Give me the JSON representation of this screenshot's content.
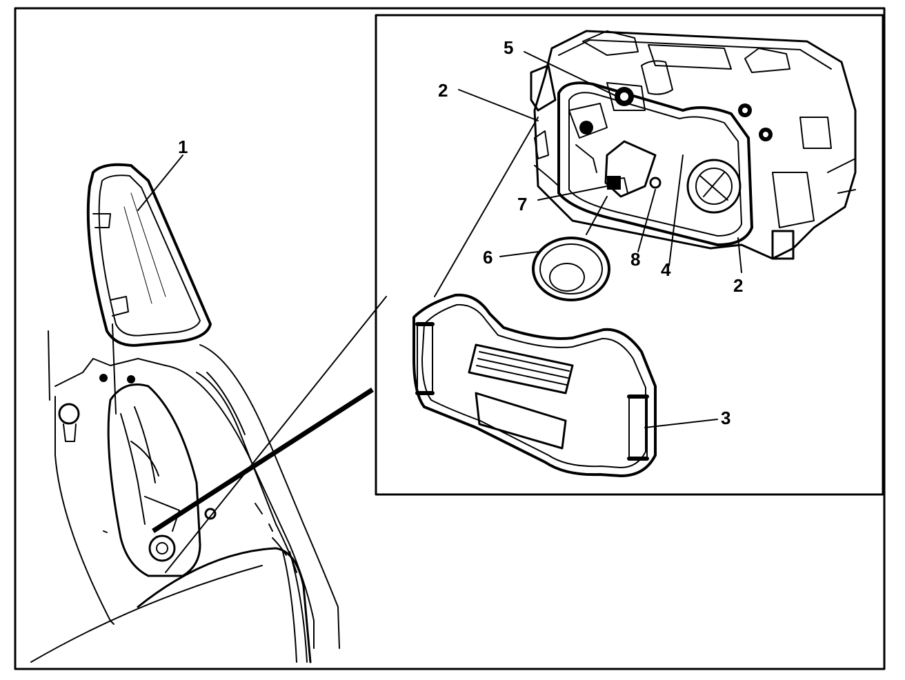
{
  "diagram": {
    "callouts": {
      "c1": "1",
      "c2a": "2",
      "c2b": "2",
      "c3": "3",
      "c4": "4",
      "c5": "5",
      "c6": "6",
      "c7": "7",
      "c8": "8"
    },
    "colors": {
      "ink": "#000000",
      "paper": "#ffffff"
    }
  }
}
